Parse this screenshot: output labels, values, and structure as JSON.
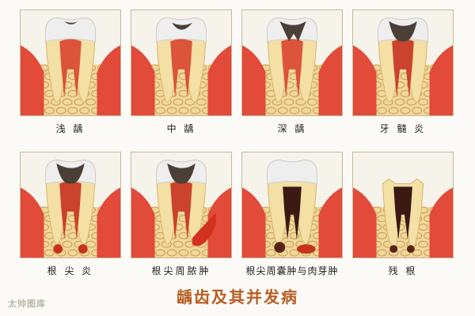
{
  "title": "龋齿及其并发病",
  "watermark": "太帅图库",
  "panels": [
    {
      "label": "浅 龋",
      "stage": "shallow-caries"
    },
    {
      "label": "中 龋",
      "stage": "medium-caries"
    },
    {
      "label": "深 龋",
      "stage": "deep-caries"
    },
    {
      "label": "牙 髓 炎",
      "stage": "pulpitis"
    },
    {
      "label": "根 尖 炎",
      "stage": "apical-periodontitis"
    },
    {
      "label": "根尖周脓肿",
      "stage": "periapical-abscess"
    },
    {
      "label": "根尖周囊肿与肉芽肿",
      "stage": "periapical-cyst-granuloma"
    },
    {
      "label": "残 根",
      "stage": "residual-root"
    }
  ],
  "colors": {
    "title": "#b85d22",
    "bone": "#f0d79a",
    "gum": "#e24a3a",
    "enamel": "#eeeeee",
    "dentin": "#f4dfa5",
    "pulp": "#d9452f",
    "decay": "#4a4038"
  }
}
